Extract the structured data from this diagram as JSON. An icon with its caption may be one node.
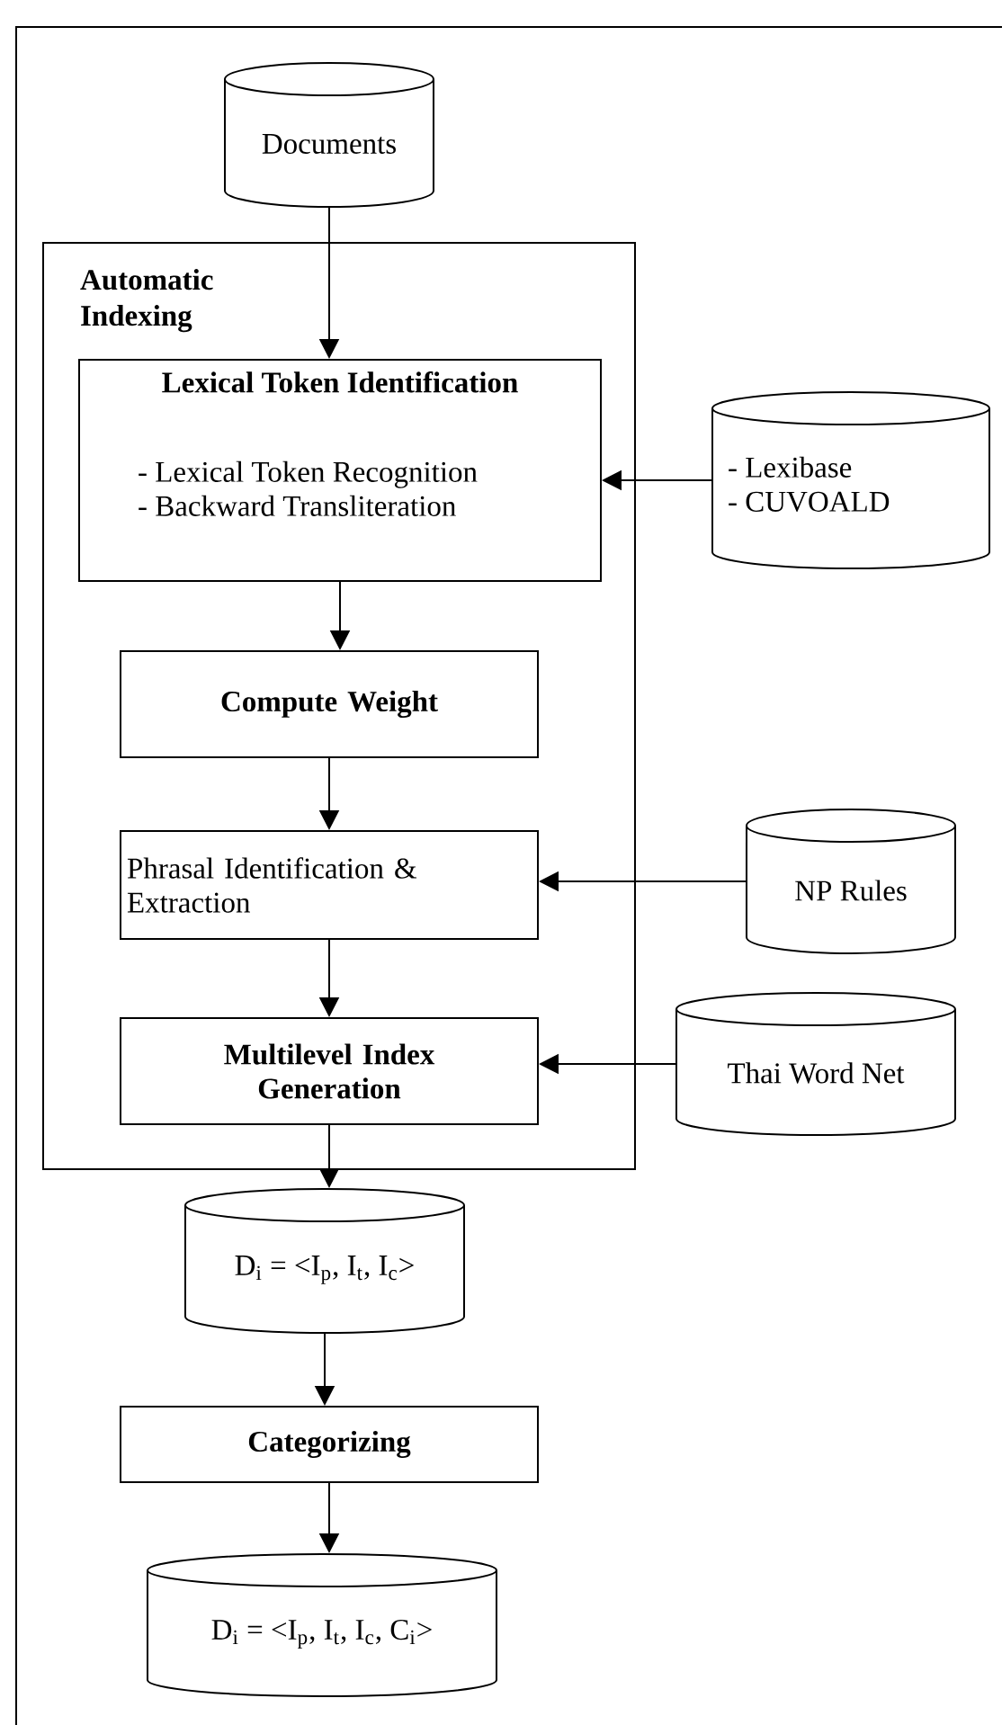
{
  "diagram": {
    "nodes": [
      {
        "text": [
          "Documents"
        ]
      },
      {
        "text": [
          "Automatic Indexing"
        ]
      },
      {
        "text": [
          "Lexical Token Identification",
          "- Lexical Token Recognition",
          "- Backward Transliteration"
        ],
        "in": 1
      },
      {
        "text": [
          "Compute Weight"
        ],
        "in": 1
      },
      {
        "text": [
          "Phrasal Identification & Extraction"
        ],
        "in": 1
      },
      {
        "text": [
          "Multilevel Index Generation"
        ],
        "in": 1
      },
      {
        "text": [
          "- Lexibase",
          "- CUVOALD"
        ]
      },
      {
        "text": [
          "NP Rules"
        ]
      },
      {
        "text": [
          "Thai Word Net"
        ]
      },
      {
        "text": [
          "D$_{i}$ = <I$_{p}$, I$_{t}$, I$_{c}$>"
        ]
      },
      {
        "text": [
          "Categorizing"
        ]
      },
      {
        "text": [
          "D$_{i}$ = <I$_{p}$, I$_{t}$, I$_{c}$, C$_{i}$>"
        ]
      }
    ],
    "edges": [
      {
        "from": 0,
        "to": 2,
        "arrow": "to"
      },
      {
        "from": 2,
        "to": 3,
        "arrow": "to"
      },
      {
        "from": 3,
        "to": 4,
        "arrow": "to"
      },
      {
        "from": 4,
        "to": 5,
        "arrow": "to"
      },
      {
        "from": 6,
        "to": 2,
        "arrow": "to"
      },
      {
        "from": 7,
        "to": 4,
        "arrow": "to"
      },
      {
        "from": 8,
        "to": 5,
        "arrow": "to"
      },
      {
        "from": 5,
        "to": 9,
        "arrow": "to"
      },
      {
        "from": 9,
        "to": 10,
        "arrow": "to"
      },
      {
        "from": 10,
        "to": 11,
        "arrow": "to"
      }
    ]
  }
}
